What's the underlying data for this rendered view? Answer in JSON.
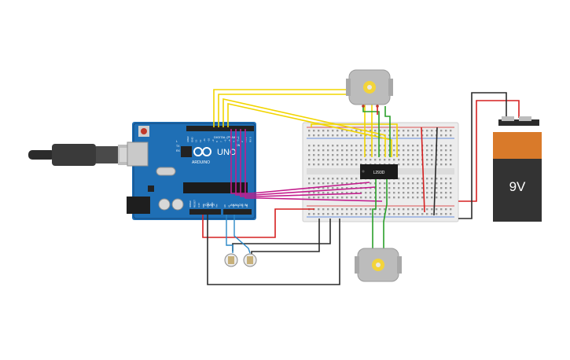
{
  "arduino": {
    "model_text": "UNO",
    "brand_text": "ARDUINO",
    "digital_label": "DIGITAL (PWM ~)",
    "power_label": "POWER",
    "analog_label": "ANALOG IN",
    "tx_label": "TX",
    "rx_label": "RX",
    "l_label": "L",
    "on_label": "ON",
    "power_pins": [
      "IOREF",
      "RESET",
      "3.3V",
      "5V",
      "GND",
      "GND",
      "Vin"
    ],
    "analog_pins": [
      "A0",
      "A1",
      "A2",
      "A3",
      "A4",
      "A5"
    ],
    "digital_pins": [
      "AREF",
      "GND",
      "13",
      "12",
      "~11",
      "~10",
      "~9",
      "8",
      "7",
      "~6",
      "~5",
      "4",
      "~3",
      "2",
      "TX 1",
      "RX 0"
    ]
  },
  "driver_chip": {
    "label": "L293D"
  },
  "battery": {
    "voltage_label": "9V"
  },
  "colors": {
    "arduino_blue": "#1f6fb5",
    "arduino_dark": "#13477d",
    "breadboard": "#ececec",
    "wire_yellow": "#f2d500",
    "wire_magenta": "#c21c8c",
    "wire_green": "#2aa02a",
    "wire_red": "#d62020",
    "wire_black": "#2b2b2b",
    "wire_blue": "#2a88c8",
    "battery_orange": "#d97a2a",
    "battery_black": "#333333"
  },
  "icons": {
    "usb": "usb-cable-icon",
    "motor": "dc-motor-icon",
    "photoresistor": "photoresistor-icon",
    "battery": "battery-9v-icon"
  }
}
